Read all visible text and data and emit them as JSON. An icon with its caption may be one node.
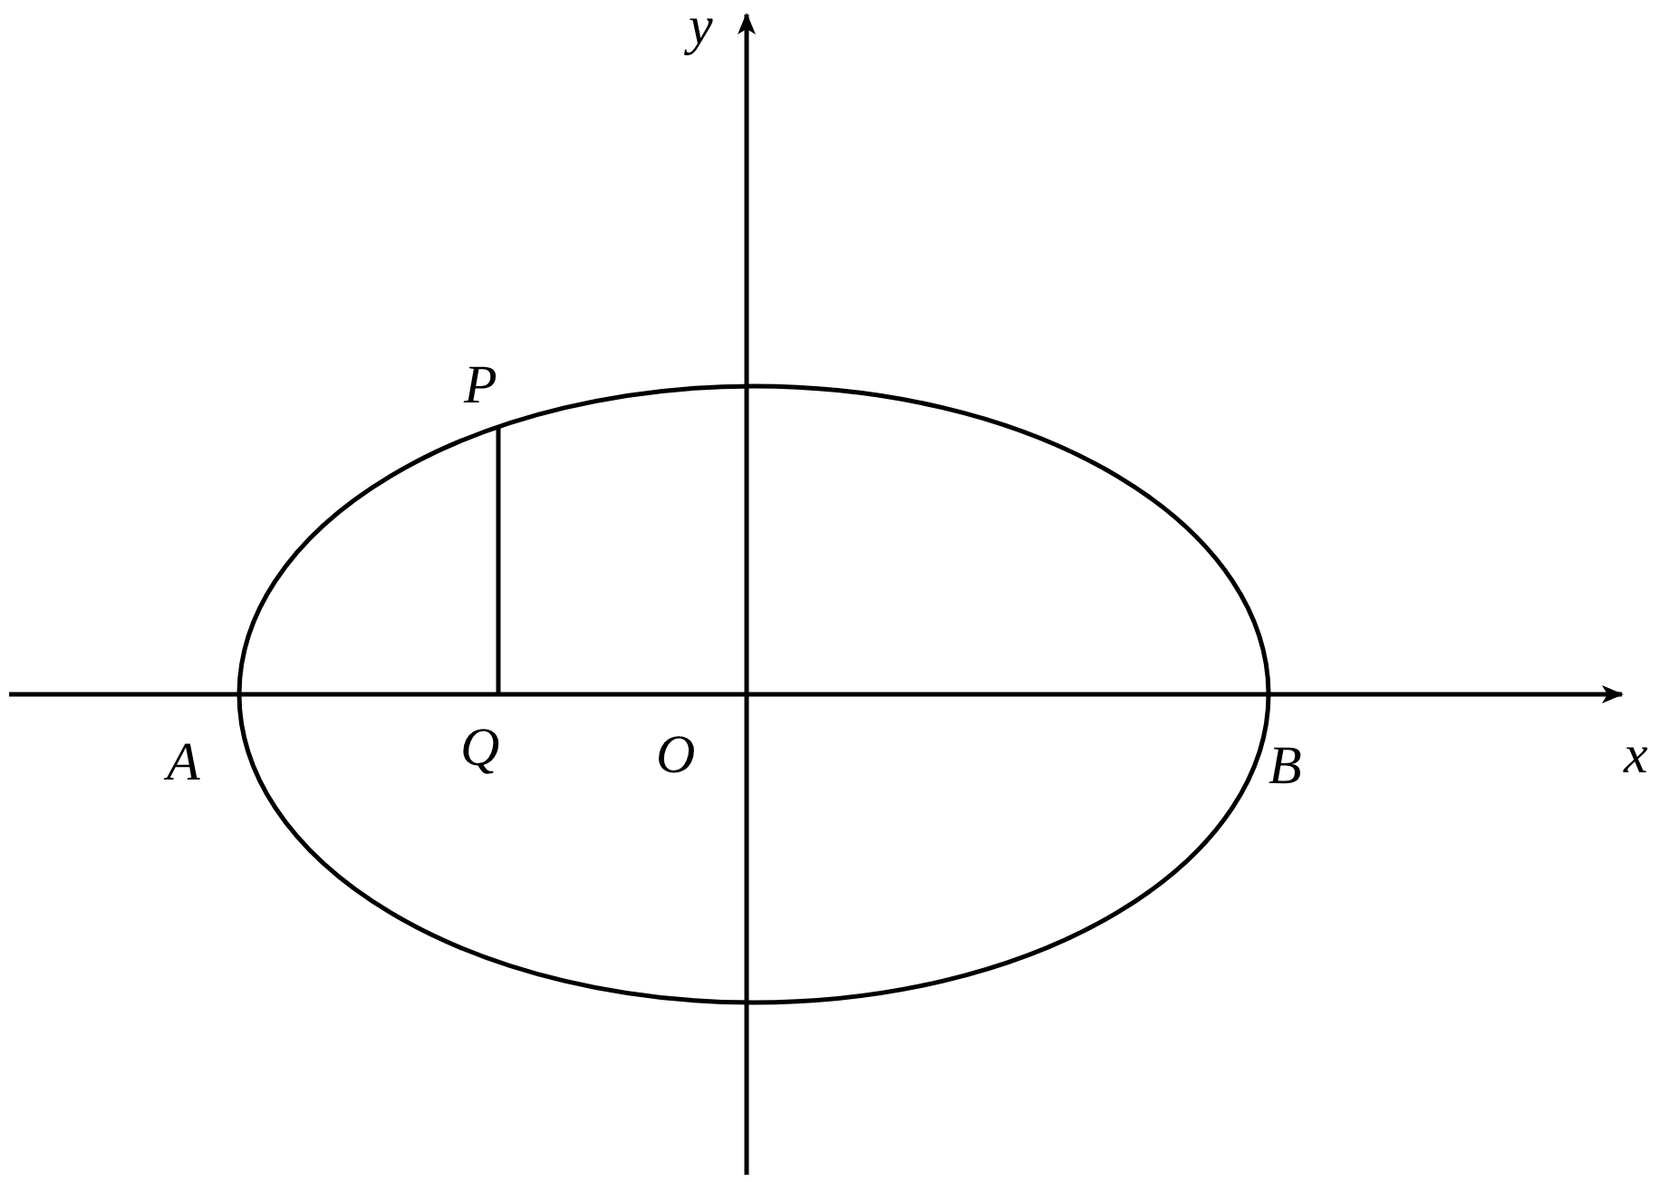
{
  "diagram": {
    "labels": [
      "y",
      "P",
      "A",
      "Q",
      "O",
      "x",
      "B"
    ]
  }
}
